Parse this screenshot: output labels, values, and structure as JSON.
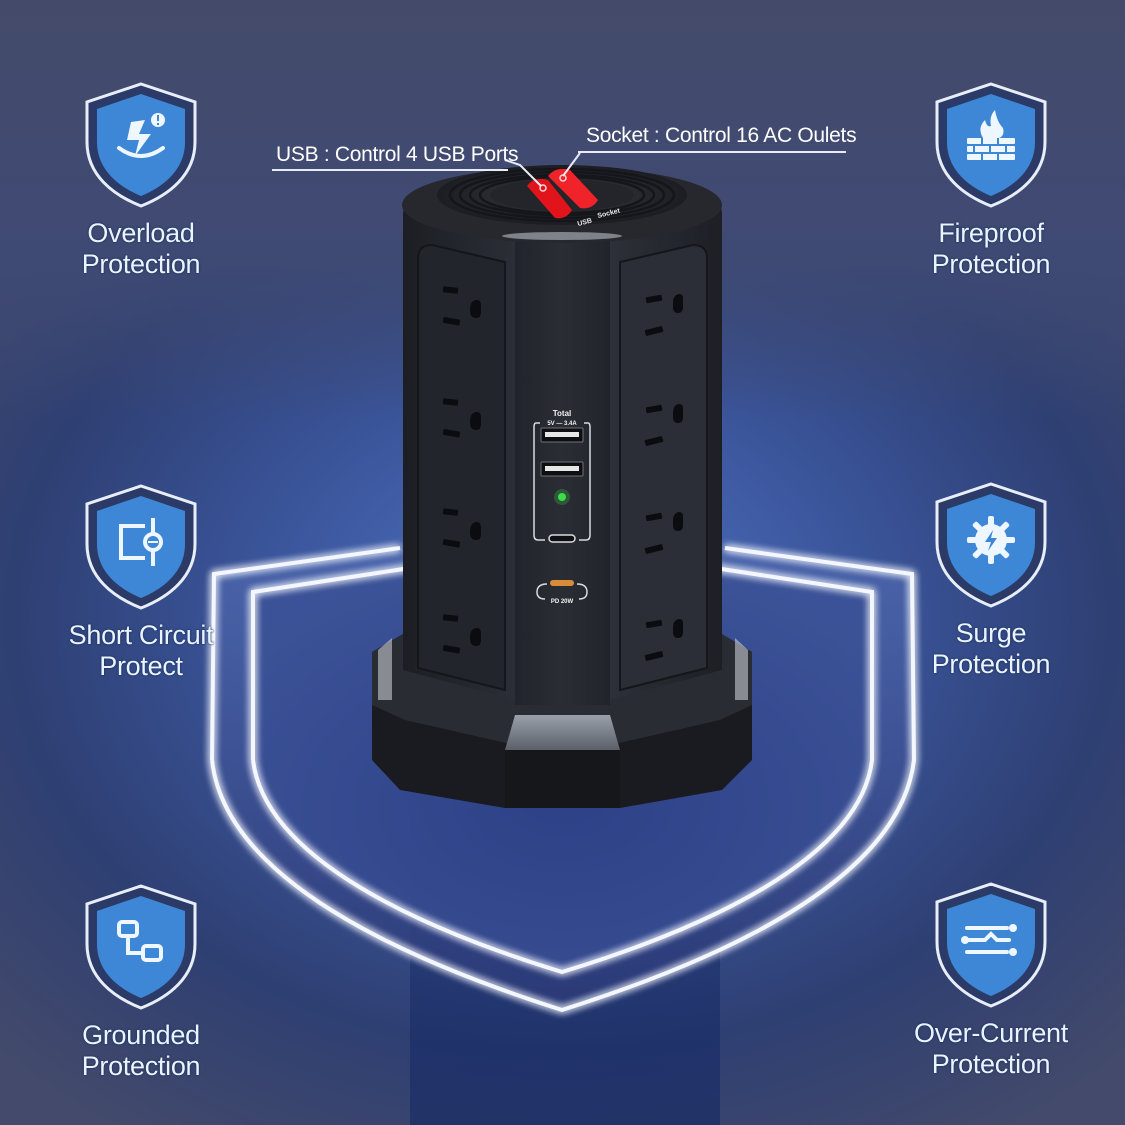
{
  "product": {
    "name": "Power strip tower",
    "switches": {
      "usb_callout": "USB : Control 4 USB Ports",
      "socket_callout": "Socket : Control 16 AC Oulets",
      "usb_switch_label": "USB",
      "socket_switch_label": "Socket"
    },
    "usb_panel": {
      "header": "Total",
      "rating": "5V ⎓ 3.4A",
      "pd_label": "PD 20W",
      "indicator_color": "#3ddc4a"
    },
    "switch_color": "#e0141a"
  },
  "features": [
    {
      "id": "overload",
      "icon": "overload-bolt-icon",
      "line1": "Overload",
      "line2": "Protection"
    },
    {
      "id": "fireproof",
      "icon": "fire-wall-icon",
      "line1": "Fireproof",
      "line2": "Protection"
    },
    {
      "id": "short",
      "icon": "short-circuit-icon",
      "line1": "Short Circuit",
      "line2": "Protect"
    },
    {
      "id": "surge",
      "icon": "surge-gear-bolt-icon",
      "line1": "Surge",
      "line2": "Protection"
    },
    {
      "id": "grounded",
      "icon": "grounded-network-icon",
      "line1": "Grounded",
      "line2": "Protection"
    },
    {
      "id": "overcurrent",
      "icon": "over-current-lines-icon",
      "line1": "Over-Current",
      "line2": "Protection"
    }
  ],
  "colors": {
    "badge_fill": "#3d87d6",
    "badge_border": "#2b3a66",
    "badge_outline": "#e8eef9",
    "background": "#434a6b",
    "neon": "#f2f5ff"
  }
}
